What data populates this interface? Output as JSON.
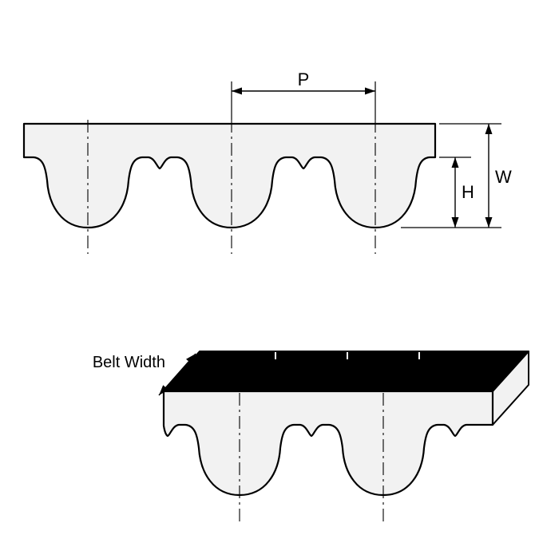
{
  "diagram": {
    "labels": {
      "pitch": "P",
      "belt_thickness": "W",
      "tooth_height": "H",
      "belt_width": "Belt Width"
    },
    "colors": {
      "line": "#000000",
      "belt_fill": "#f2f2f2",
      "top_surface_fill": "#000000",
      "background": "#ffffff"
    }
  }
}
